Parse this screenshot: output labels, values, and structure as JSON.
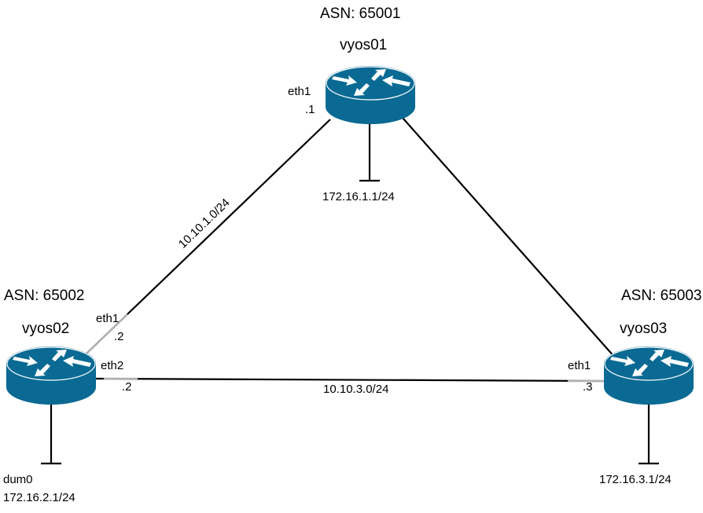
{
  "routers": [
    {
      "name": "vyos01",
      "asn": "ASN: 65001",
      "iface": "eth1",
      "ip": ".1",
      "lan": "172.16.1.1/24"
    },
    {
      "name": "vyos02",
      "asn": "ASN: 65002",
      "iface1": "eth1",
      "ip1": ".2",
      "iface2": "eth2",
      "ip2": ".2",
      "lan_iface": "dum0",
      "lan": "172.16.2.1/24"
    },
    {
      "name": "vyos03",
      "asn": "ASN: 65003",
      "iface": "eth1",
      "ip": ".3",
      "lan": "172.16.3.1/24"
    }
  ],
  "links": [
    {
      "label": "10.10.1.0/24"
    },
    {
      "label": "10.10.3.0/24"
    }
  ],
  "colors": {
    "router": "#0a6a93",
    "interface_segment": "#b0b0b0"
  }
}
